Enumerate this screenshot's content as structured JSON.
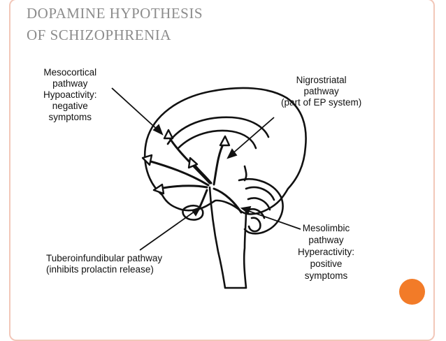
{
  "slide": {
    "title_line1": "Dopamine Hypothesis",
    "title_line2": "of Schizophrenia",
    "accent_color": "#f27b28",
    "border_color": "#f2c7b9"
  },
  "diagram": {
    "labels": {
      "mesocortical": [
        "Mesocortical",
        "pathway",
        "Hypoactivity:",
        "negative",
        "symptoms"
      ],
      "nigrostriatal": [
        "Nigrostriatal",
        "pathway",
        "(part of EP system)"
      ],
      "mesolimbic": [
        "Mesolimbic",
        "pathway",
        "Hyperactivity:",
        "positive",
        "symptoms"
      ],
      "tuberoinfundibular": [
        "Tuberoinfundibular pathway",
        "(inhibits prolactin release)"
      ]
    }
  }
}
